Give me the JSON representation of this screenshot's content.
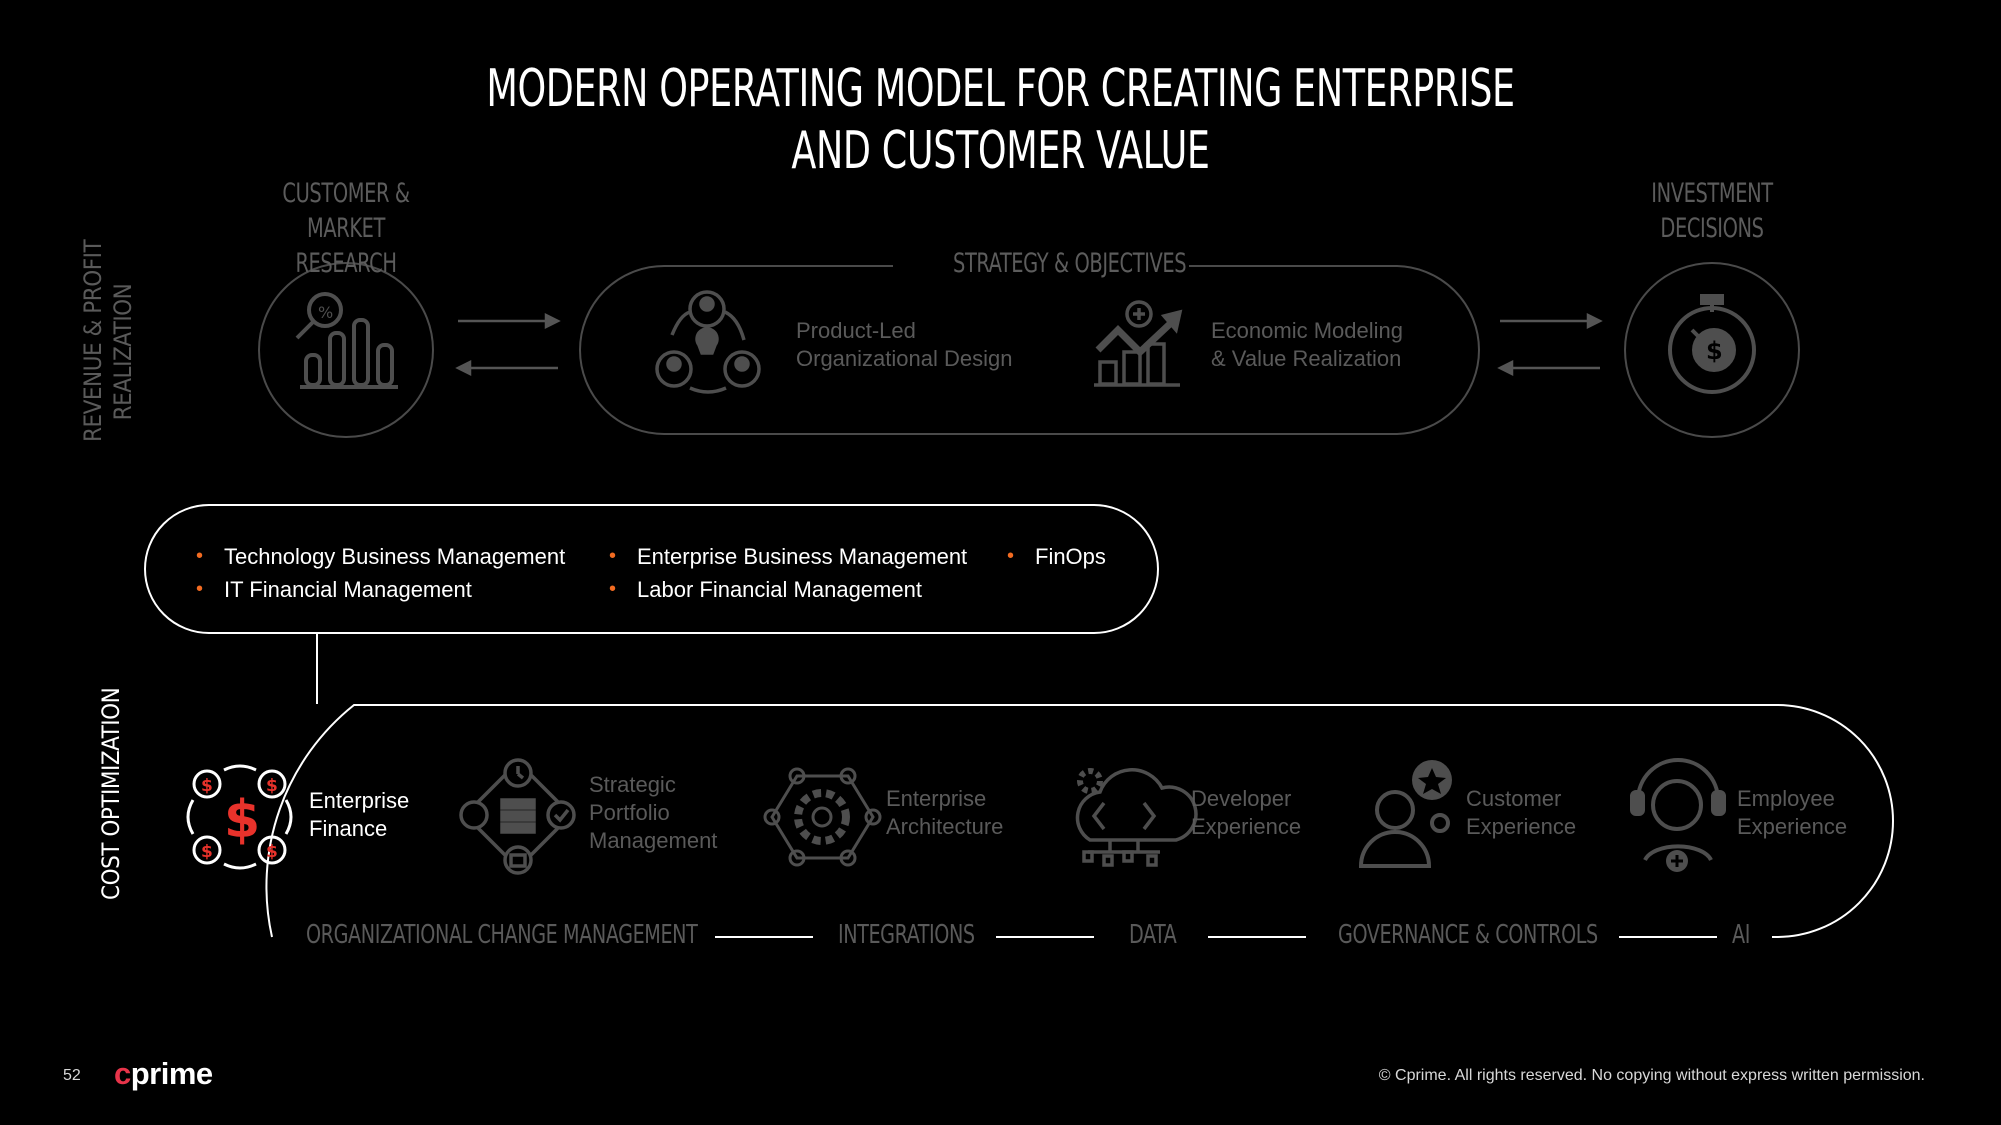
{
  "title": {
    "line1": "MODERN OPERATING MODEL FOR CREATING ENTERPRISE",
    "line2": "AND CUSTOMER VALUE"
  },
  "side_labels": {
    "revenue": {
      "line1": "REVENUE & PROFIT",
      "line2": "REALIZATION"
    },
    "cost": "COST OPTIMIZATION"
  },
  "top_row": {
    "customer_research": {
      "line1": "CUSTOMER &",
      "line2": "MARKET RESEARCH",
      "icon": "market-research-chart-icon"
    },
    "strategy": {
      "heading": "STRATEGY & OBJECTIVES",
      "items": [
        {
          "line1": "Product-Led",
          "line2": "Organizational Design",
          "icon": "team-idea-icon"
        },
        {
          "line1": "Economic Modeling",
          "line2": "& Value Realization",
          "icon": "growth-chart-icon"
        }
      ]
    },
    "investment": {
      "line1": "INVESTMENT",
      "line2": "DECISIONS",
      "icon": "stopwatch-dollar-icon"
    }
  },
  "practices": {
    "column1": [
      "Technology Business Management",
      "IT Financial Management"
    ],
    "column2": [
      "Enterprise Business Management",
      "Labor Financial Management"
    ],
    "column3": [
      "FinOps"
    ]
  },
  "capabilities": [
    {
      "lines": [
        "Enterprise",
        "Finance"
      ],
      "icon": "dollar-cycle-icon",
      "active": true
    },
    {
      "lines": [
        "Strategic",
        "Portfolio",
        "Management"
      ],
      "icon": "portfolio-icon",
      "active": false
    },
    {
      "lines": [
        "Enterprise",
        "Architecture"
      ],
      "icon": "gear-network-icon",
      "active": false
    },
    {
      "lines": [
        "Developer",
        "Experience"
      ],
      "icon": "cloud-code-icon",
      "active": false
    },
    {
      "lines": [
        "Customer",
        "Experience"
      ],
      "icon": "customer-star-icon",
      "active": false
    },
    {
      "lines": [
        "Employee",
        "Experience"
      ],
      "icon": "headset-person-icon",
      "active": false
    }
  ],
  "foundations": [
    "ORGANIZATIONAL CHANGE MANAGEMENT",
    "INTEGRATIONS",
    "DATA",
    "GOVERNANCE & CONTROLS",
    "AI"
  ],
  "footer": {
    "page_number": "52",
    "logo": "cprime",
    "copyright": "© Cprime. All rights reserved. No copying without express written permission."
  },
  "colors": {
    "accent": "#f26b21",
    "dim": "#5a5a5a",
    "logo_red": "#e8344a",
    "dollar_red": "#e8322b"
  }
}
